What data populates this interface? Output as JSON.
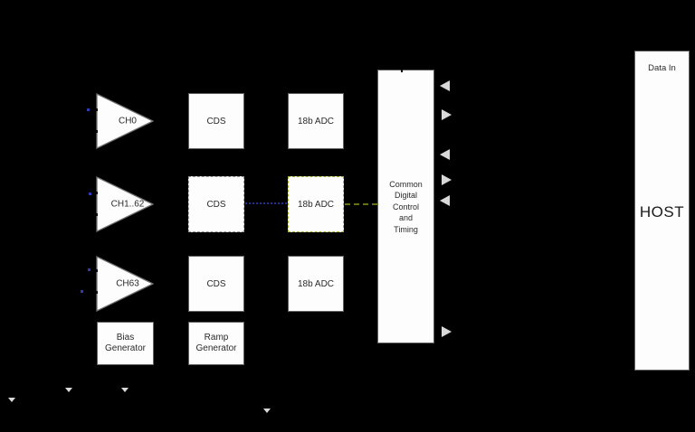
{
  "diagram_type": "block-diagram",
  "colors": {
    "background": "#000000",
    "block_fill": "#fdfdfd",
    "block_border": "#616161",
    "dashed_block_border": "#9a9a9a",
    "adc_highlight_border": "#a9b63a",
    "blue_dotted_line": "#252f94",
    "green_dashed_line": "#66720e",
    "arrowhead_fill": "#d9d9d9"
  },
  "channels": [
    {
      "amp": "CH0",
      "cds": "CDS",
      "adc": "18b ADC"
    },
    {
      "amp": "CH1..62",
      "cds": "CDS",
      "adc": "18b ADC"
    },
    {
      "amp": "CH63",
      "cds": "CDS",
      "adc": "18b ADC"
    }
  ],
  "generators": [
    {
      "line1": "Bias",
      "line2": "Generator"
    },
    {
      "line1": "Ramp",
      "line2": "Generator"
    }
  ],
  "control_block": {
    "lines": [
      "Common",
      "Digital",
      "Control",
      "and",
      "Timing"
    ]
  },
  "host_block": {
    "top_label": "Data In",
    "main_label": "HOST"
  },
  "icons": {
    "arrowhead_left": "left-pointing signal arrowhead",
    "arrowhead_right": "right-pointing signal arrowhead",
    "arrowhead_down": "down-pointing signal arrowhead"
  }
}
